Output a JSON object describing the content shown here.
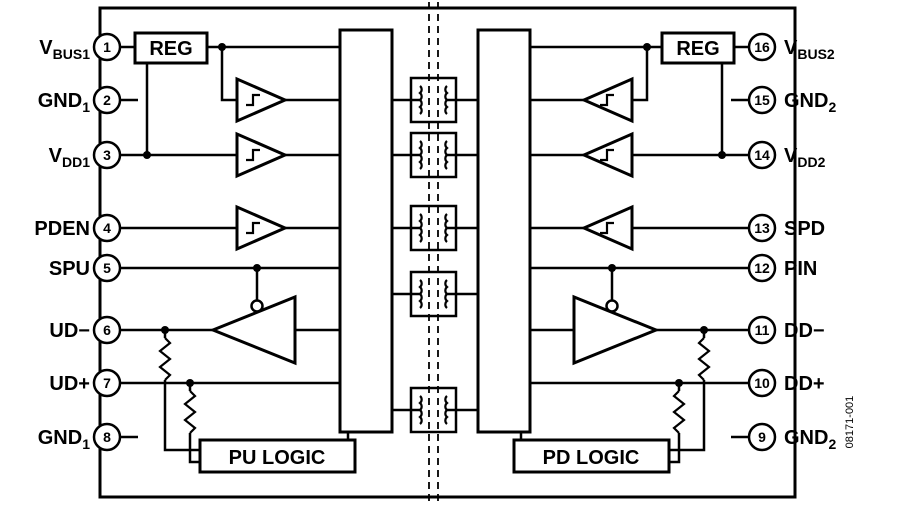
{
  "figure": {
    "id": "08171-001"
  },
  "blocks": {
    "reg_left": "REG",
    "reg_right": "REG",
    "pu_logic": "PU LOGIC",
    "pd_logic": "PD LOGIC"
  },
  "pins": {
    "left": [
      {
        "num": "1",
        "main": "V",
        "sub": "BUS1"
      },
      {
        "num": "2",
        "main": "GND",
        "sub": "1"
      },
      {
        "num": "3",
        "main": "V",
        "sub": "DD1"
      },
      {
        "num": "4",
        "main": "PDEN",
        "sub": ""
      },
      {
        "num": "5",
        "main": "SPU",
        "sub": ""
      },
      {
        "num": "6",
        "main": "UD−",
        "sub": ""
      },
      {
        "num": "7",
        "main": "UD+",
        "sub": ""
      },
      {
        "num": "8",
        "main": "GND",
        "sub": "1"
      }
    ],
    "right": [
      {
        "num": "16",
        "main": "V",
        "sub": "BUS2"
      },
      {
        "num": "15",
        "main": "GND",
        "sub": "2"
      },
      {
        "num": "14",
        "main": "V",
        "sub": "DD2"
      },
      {
        "num": "13",
        "main": "SPD",
        "sub": ""
      },
      {
        "num": "12",
        "main": "PIN",
        "sub": ""
      },
      {
        "num": "11",
        "main": "DD−",
        "sub": ""
      },
      {
        "num": "10",
        "main": "DD+",
        "sub": ""
      },
      {
        "num": "9",
        "main": "GND",
        "sub": "2"
      }
    ]
  }
}
